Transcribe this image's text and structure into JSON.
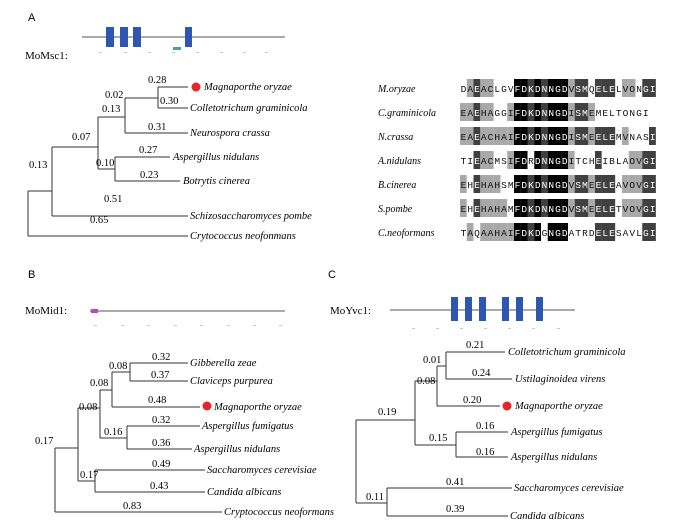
{
  "panels": {
    "a": {
      "label": "A",
      "gene_name": "MoMsc1:",
      "tree": [
        {
          "text": "0.28",
          "kind": "num"
        },
        {
          "text": "Magnaporthe oryzae",
          "kind": "taxon"
        },
        {
          "text": "0.02",
          "kind": "num"
        },
        {
          "text": "0.30",
          "kind": "num"
        },
        {
          "text": "Colletotrichum graminicola",
          "kind": "taxon"
        },
        {
          "text": "0.13",
          "kind": "num"
        },
        {
          "text": "0.07",
          "kind": "num"
        },
        {
          "text": "0.31",
          "kind": "num"
        },
        {
          "text": "Neurospora crassa",
          "kind": "taxon"
        },
        {
          "text": "0.27",
          "kind": "num"
        },
        {
          "text": "Aspergillus nidulans",
          "kind": "taxon"
        },
        {
          "text": "0.10",
          "kind": "num"
        },
        {
          "text": "0.23",
          "kind": "num"
        },
        {
          "text": "Botrytis cinerea",
          "kind": "taxon"
        },
        {
          "text": "0.13",
          "kind": "num"
        },
        {
          "text": "0.51",
          "kind": "num"
        },
        {
          "text": "Schizosaccharomyces pombe",
          "kind": "taxon"
        },
        {
          "text": "0.65",
          "kind": "num"
        },
        {
          "text": "Crytococcus neofonmans",
          "kind": "taxon"
        }
      ],
      "alignment": [
        {
          "name": "M.oryzae",
          "seq": "DAEACLGVFDKDNNGDVSMQELELVONGI"
        },
        {
          "name": "C.graminicola",
          "seq": "EAEHAGGIFDKDNNGDISMEMELTONGI"
        },
        {
          "name": "N.crassa",
          "seq": "EAEACHAIFDKDNNGDISMEELEMVNASI"
        },
        {
          "name": "A.nidulans",
          "seq": "TIEACMSIFDRDNNGDITCHEIBLAOVGI"
        },
        {
          "name": "B.cinerea",
          "seq": "EHEHAHSMFDKDNNGDVSMEELEAVOVGI"
        },
        {
          "name": "S.pombe",
          "seq": "EHEHAHAMFDKDNNGDVSMEELETVOVGI"
        },
        {
          "name": "C.neoformans",
          "seq": "TAQAAHAIFDKDGNGDATRDELESAVLGI"
        }
      ]
    },
    "b": {
      "label": "B",
      "gene_name": "MoMid1:",
      "tree": [
        {
          "text": "0.32",
          "kind": "num"
        },
        {
          "text": "Gibberella zeae",
          "kind": "taxon"
        },
        {
          "text": "0.08",
          "kind": "num"
        },
        {
          "text": "0.37",
          "kind": "num"
        },
        {
          "text": "Claviceps purpurea",
          "kind": "taxon"
        },
        {
          "text": "0.08",
          "kind": "num"
        },
        {
          "text": "0.48",
          "kind": "num"
        },
        {
          "text": "Magnaporthe oryzae",
          "kind": "taxon"
        },
        {
          "text": "0.08",
          "kind": "num"
        },
        {
          "text": "0.32",
          "kind": "num"
        },
        {
          "text": "Aspergillus fumigatus",
          "kind": "taxon"
        },
        {
          "text": "0.16",
          "kind": "num"
        },
        {
          "text": "0.36",
          "kind": "num"
        },
        {
          "text": "Aspergillus nidulans",
          "kind": "taxon"
        },
        {
          "text": "0.17",
          "kind": "num"
        },
        {
          "text": "0.49",
          "kind": "num"
        },
        {
          "text": "Saccharomyces cerevisiae",
          "kind": "taxon"
        },
        {
          "text": "0.17",
          "kind": "num"
        },
        {
          "text": "0.43",
          "kind": "num"
        },
        {
          "text": "Candida albicans",
          "kind": "taxon"
        },
        {
          "text": "0.83",
          "kind": "num"
        },
        {
          "text": "Cryptococcus neoformans",
          "kind": "taxon"
        }
      ]
    },
    "c": {
      "label": "C",
      "gene_name": "MoYvc1:",
      "tree": [
        {
          "text": "0.21",
          "kind": "num"
        },
        {
          "text": "Colletotrichum graminicola",
          "kind": "taxon"
        },
        {
          "text": "0.01",
          "kind": "num"
        },
        {
          "text": "0.24",
          "kind": "num"
        },
        {
          "text": "Ustilaginoidea virens",
          "kind": "taxon"
        },
        {
          "text": "0.08",
          "kind": "num"
        },
        {
          "text": "0.20",
          "kind": "num"
        },
        {
          "text": "Magnaporthe oryzae",
          "kind": "taxon"
        },
        {
          "text": "0.19",
          "kind": "num"
        },
        {
          "text": "0.16",
          "kind": "num"
        },
        {
          "text": "Aspergillus fumigatus",
          "kind": "taxon"
        },
        {
          "text": "0.15",
          "kind": "num"
        },
        {
          "text": "0.16",
          "kind": "num"
        },
        {
          "text": "Aspergillus nidulans",
          "kind": "taxon"
        },
        {
          "text": "0.41",
          "kind": "num"
        },
        {
          "text": "Saccharomyces cerevisiae",
          "kind": "taxon"
        },
        {
          "text": "0.11",
          "kind": "num"
        },
        {
          "text": "0.39",
          "kind": "num"
        },
        {
          "text": "Candida albicans",
          "kind": "taxon"
        }
      ]
    }
  },
  "colors": {
    "domain_blue": "#2f56b0",
    "highlight_dot": "#e3262b",
    "line": "#333333",
    "ef_hand_teal": "#4aa39a",
    "mid1_pink": "#b24fb6"
  }
}
